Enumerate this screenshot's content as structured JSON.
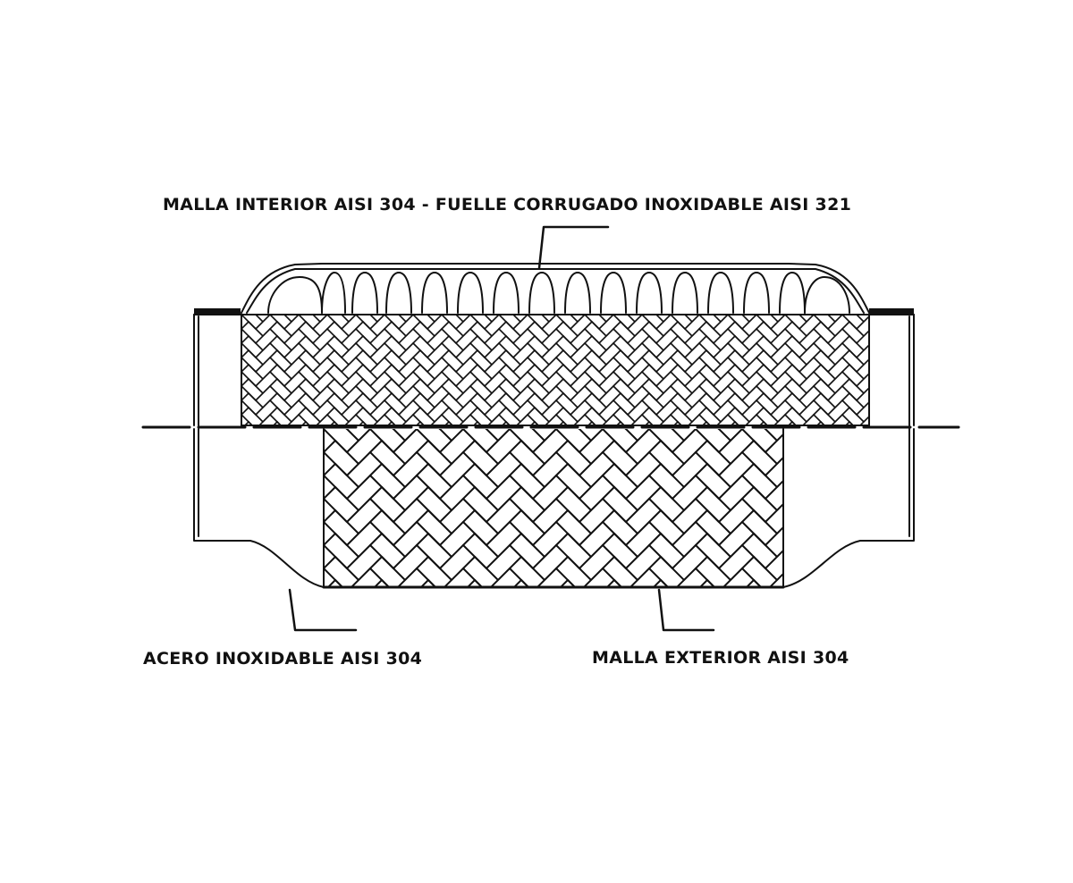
{
  "labels": {
    "top": "MALLA INTERIOR AISI 304 - FUELLE CORRUGADO INOXIDABLE  AISI 321",
    "bottom_left": "ACERO INOXIDABLE AISI 304",
    "bottom_right": "MALLA EXTERIOR AISI 304"
  },
  "colors": {
    "stroke": "#111111",
    "background": "#ffffff"
  }
}
